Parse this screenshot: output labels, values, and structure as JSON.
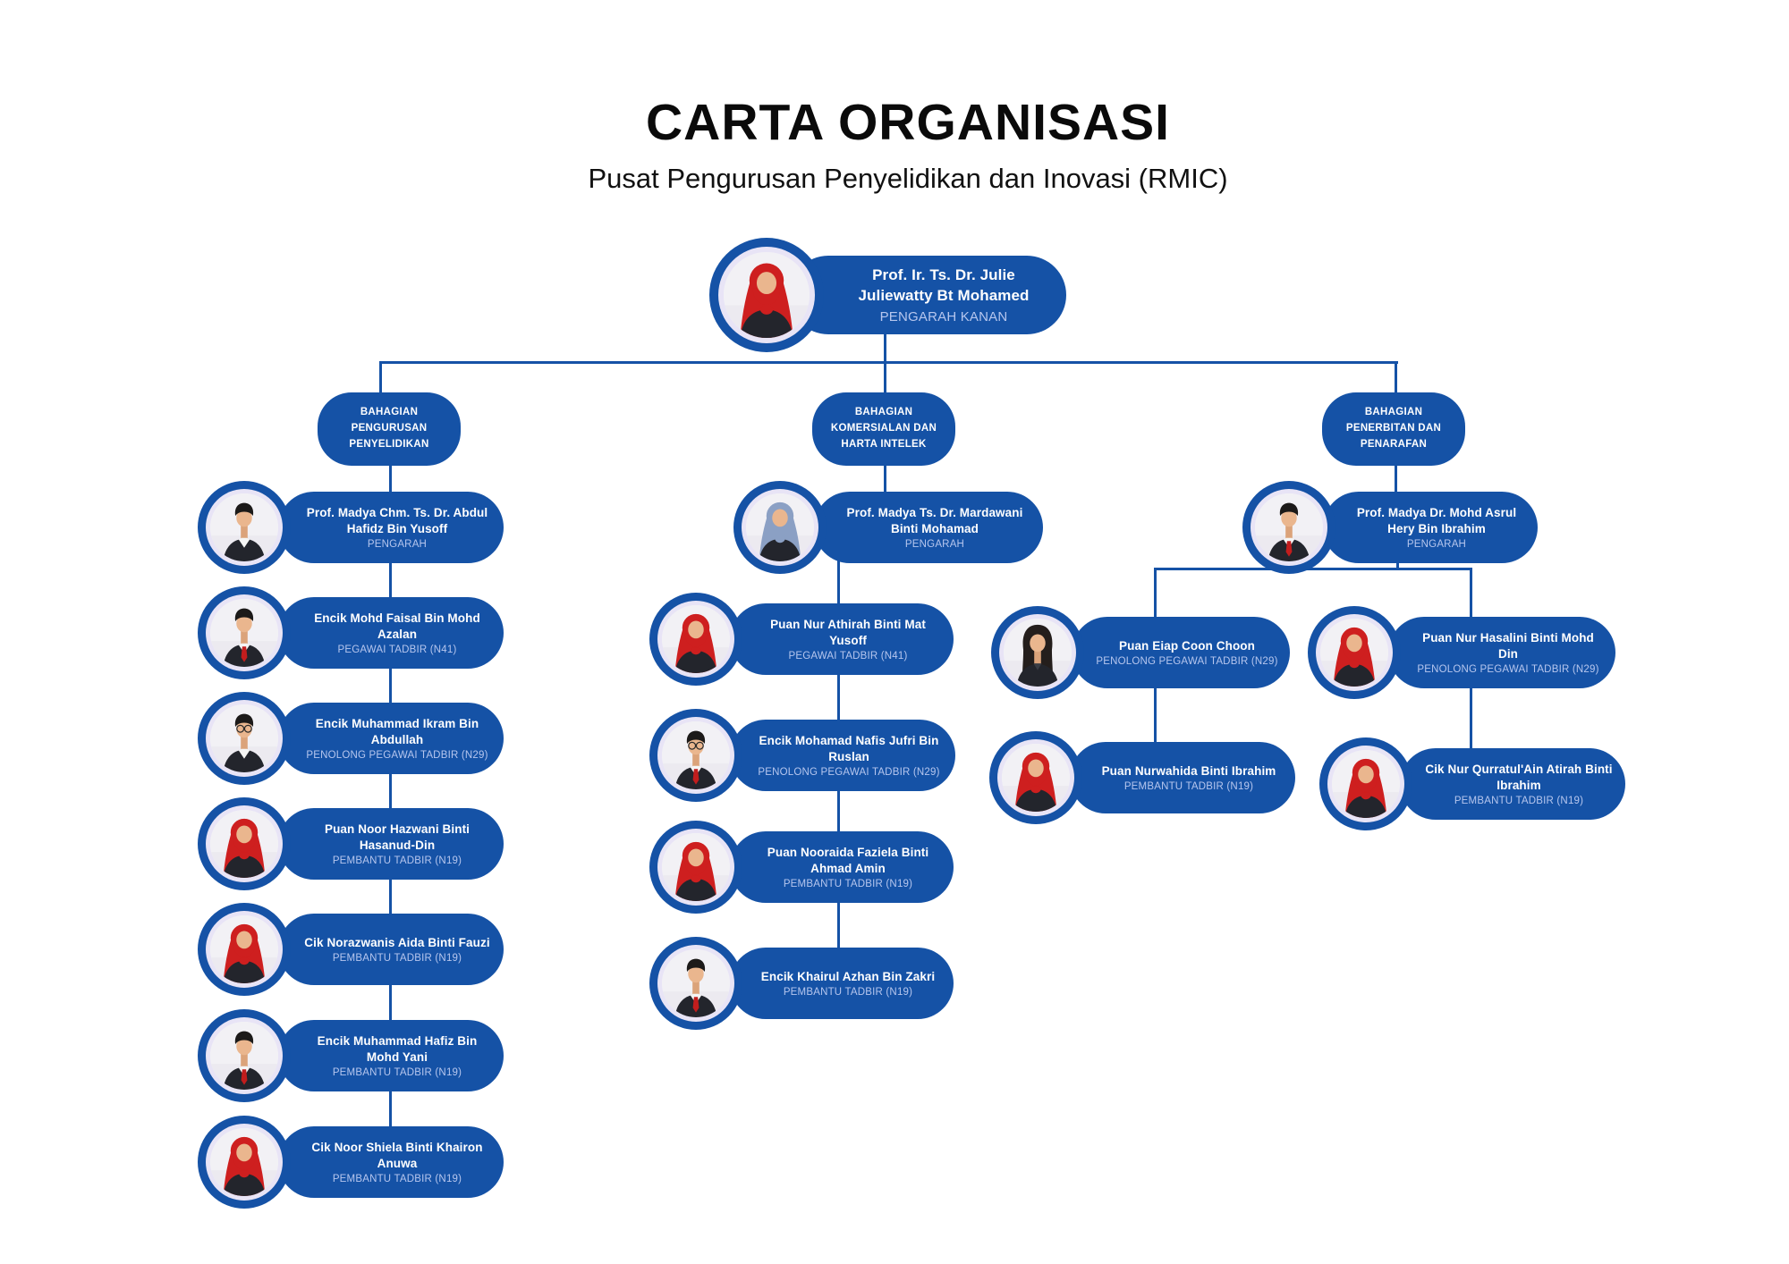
{
  "title": "CARTA ORGANISASI",
  "subtitle": "Pusat Pengurusan Penyelidikan dan Inovasi (RMIC)",
  "colors": {
    "primary": "#1552a6",
    "role_text": "#b6c6ee",
    "photo_ring": "#e8e4f6",
    "connector": "#1552a6",
    "name_text": "#ffffff",
    "title_text": "#0a0a0a"
  },
  "root": {
    "id": "julie",
    "name": "Prof. Ir. Ts. Dr. Julie Juliewatty Bt Mohamed",
    "role": "PENGARAH KANAN",
    "avatar": "hijab-red"
  },
  "branches": [
    {
      "label": "BAHAGIAN PENGURUSAN PENYELIDIKAN",
      "member_ids": [
        "hafidz",
        "faisal",
        "ikram",
        "hazwani",
        "norazwanis",
        "hafiz",
        "shiela"
      ]
    },
    {
      "label": "BAHAGIAN KOMERSIALAN DAN HARTA INTELEK",
      "member_ids": [
        "mardawani",
        "athirah",
        "nafis",
        "nooraida",
        "khairul"
      ]
    },
    {
      "label": "BAHAGIAN PENERBITAN DAN PENARAFAN",
      "member_ids": [
        "hery"
      ],
      "sub_chains": [
        [
          "eiap",
          "nurwahida"
        ],
        [
          "hasalini",
          "qurratul"
        ]
      ]
    }
  ],
  "people": [
    {
      "id": "hafidz",
      "name": "Prof. Madya Chm. Ts. Dr. Abdul Hafidz Bin Yusoff",
      "role": "PENGARAH",
      "avatar": "man"
    },
    {
      "id": "faisal",
      "name": "Encik Mohd Faisal Bin Mohd Azalan",
      "role": "PEGAWAI TADBIR (N41)",
      "avatar": "man-red-tie"
    },
    {
      "id": "ikram",
      "name": "Encik Muhammad Ikram Bin Abdullah",
      "role": "PENOLONG PEGAWAI TADBIR (N29)",
      "avatar": "man-glasses"
    },
    {
      "id": "hazwani",
      "name": "Puan Noor Hazwani Binti Hasanud-Din",
      "role": "PEMBANTU TADBIR (N19)",
      "avatar": "hijab-red"
    },
    {
      "id": "norazwanis",
      "name": "Cik Norazwanis Aida Binti Fauzi",
      "role": "PEMBANTU TADBIR (N19)",
      "avatar": "hijab-red"
    },
    {
      "id": "hafiz",
      "name": "Encik Muhammad Hafiz Bin Mohd Yani",
      "role": "PEMBANTU TADBIR (N19)",
      "avatar": "man-red-tie"
    },
    {
      "id": "shiela",
      "name": "Cik Noor Shiela Binti Khairon Anuwa",
      "role": "PEMBANTU TADBIR (N19)",
      "avatar": "hijab-red"
    },
    {
      "id": "mardawani",
      "name": "Prof. Madya Ts. Dr. Mardawani Binti Mohamad",
      "role": "PENGARAH",
      "avatar": "hijab-blue"
    },
    {
      "id": "athirah",
      "name": "Puan Nur Athirah Binti Mat Yusoff",
      "role": "PEGAWAI TADBIR (N41)",
      "avatar": "hijab-red"
    },
    {
      "id": "nafis",
      "name": "Encik Mohamad Nafis Jufri Bin Ruslan",
      "role": "PENOLONG PEGAWAI TADBIR (N29)",
      "avatar": "man-red-tie-glasses"
    },
    {
      "id": "nooraida",
      "name": "Puan Nooraida Faziela Binti Ahmad Amin",
      "role": "PEMBANTU TADBIR (N19)",
      "avatar": "hijab-red"
    },
    {
      "id": "khairul",
      "name": "Encik Khairul Azhan Bin Zakri",
      "role": "PEMBANTU TADBIR (N19)",
      "avatar": "man-red-tie"
    },
    {
      "id": "hery",
      "name": "Prof. Madya Dr. Mohd Asrul Hery Bin Ibrahim",
      "role": "PENGARAH",
      "avatar": "man-red-tie"
    },
    {
      "id": "eiap",
      "name": "Puan Eiap Coon Choon",
      "role": "PENOLONG PEGAWAI TADBIR (N29)",
      "avatar": "woman-hair"
    },
    {
      "id": "hasalini",
      "name": "Puan Nur Hasalini Binti Mohd Din",
      "role": "PENOLONG PEGAWAI TADBIR (N29)",
      "avatar": "hijab-red"
    },
    {
      "id": "nurwahida",
      "name": "Puan Nurwahida Binti Ibrahim",
      "role": "PEMBANTU TADBIR (N19)",
      "avatar": "hijab-red"
    },
    {
      "id": "qurratul",
      "name": "Cik Nur Qurratul'Ain Atirah Binti Ibrahim",
      "role": "PEMBANTU TADBIR (N19)",
      "avatar": "hijab-red"
    }
  ]
}
